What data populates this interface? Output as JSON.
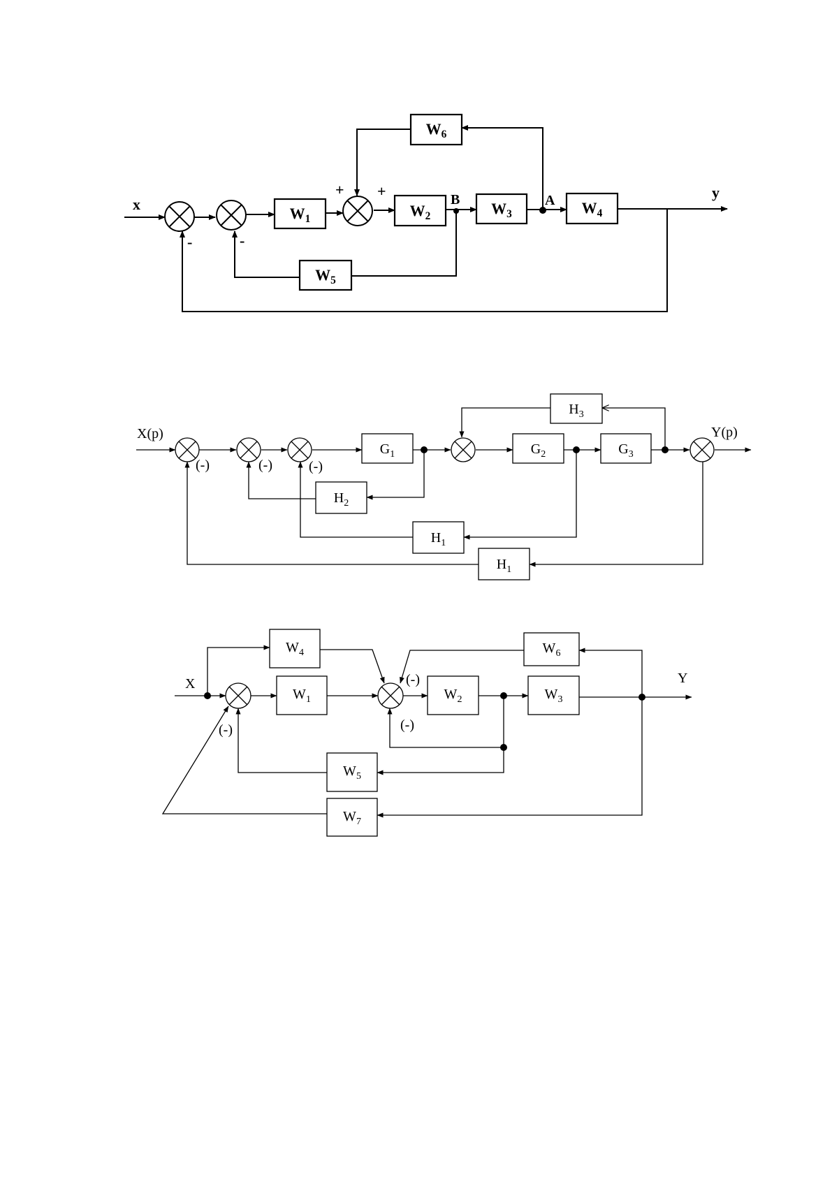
{
  "diagrams": [
    {
      "blocks": {
        "w1": {
          "main": "W",
          "sub": "1"
        },
        "w2": {
          "main": "W",
          "sub": "2"
        },
        "w3": {
          "main": "W",
          "sub": "3"
        },
        "w4": {
          "main": "W",
          "sub": "4"
        },
        "w5": {
          "main": "W",
          "sub": "5"
        },
        "w6": {
          "main": "W",
          "sub": "6"
        }
      },
      "labels": {
        "input": "x",
        "output": "y",
        "point_a": "A",
        "point_b": "B",
        "sign_minus_1": "-",
        "sign_minus_2": "-",
        "sign_plus_top": "+",
        "sign_plus_left": "+"
      }
    },
    {
      "blocks": {
        "g1": {
          "main": "G",
          "sub": "1"
        },
        "g2": {
          "main": "G",
          "sub": "2"
        },
        "g3": {
          "main": "G",
          "sub": "3"
        },
        "h1_mid": {
          "main": "H",
          "sub": "1"
        },
        "h1_bottom": {
          "main": "H",
          "sub": "1"
        },
        "h2": {
          "main": "H",
          "sub": "2"
        },
        "h3": {
          "main": "H",
          "sub": "3"
        }
      },
      "labels": {
        "input": "X(p)",
        "output": "Y(p)",
        "neg_1": "(-)",
        "neg_2": "(-)",
        "neg_3": "(-)"
      }
    },
    {
      "blocks": {
        "w1": {
          "main": "W",
          "sub": "1"
        },
        "w2": {
          "main": "W",
          "sub": "2"
        },
        "w3": {
          "main": "W",
          "sub": "3"
        },
        "w4": {
          "main": "W",
          "sub": "4"
        },
        "w5": {
          "main": "W",
          "sub": "5"
        },
        "w6": {
          "main": "W",
          "sub": "6"
        },
        "w7": {
          "main": "W",
          "sub": "7"
        }
      },
      "labels": {
        "input": "X",
        "output": "Y",
        "neg_left": "(-)",
        "neg_top": "(-)",
        "neg_bottom": "(-)"
      }
    }
  ]
}
